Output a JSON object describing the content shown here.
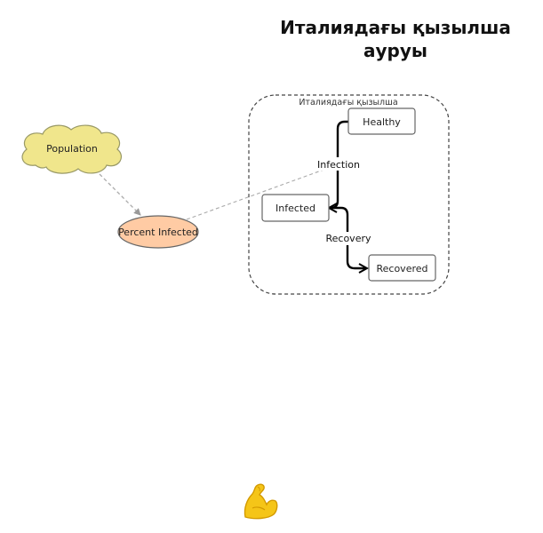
{
  "title": {
    "line1": "Италиядағы қызылша",
    "line2": "ауруы"
  },
  "group": {
    "label": "Италиядағы қызылша"
  },
  "nodes": {
    "population": "Population",
    "percent_infected": "Percent Infected",
    "healthy": "Healthy",
    "infected": "Infected",
    "recovered": "Recovered"
  },
  "flows": {
    "infection": "Infection",
    "recovery": "Recovery"
  },
  "colors": {
    "population_fill": "#f0e68c",
    "percent_infected_fill": "#ffcba4",
    "stroke": "#666666",
    "flow": "#000000",
    "link": "#aaaaaa"
  },
  "icons": {
    "emoji": "flexed-biceps-icon"
  }
}
